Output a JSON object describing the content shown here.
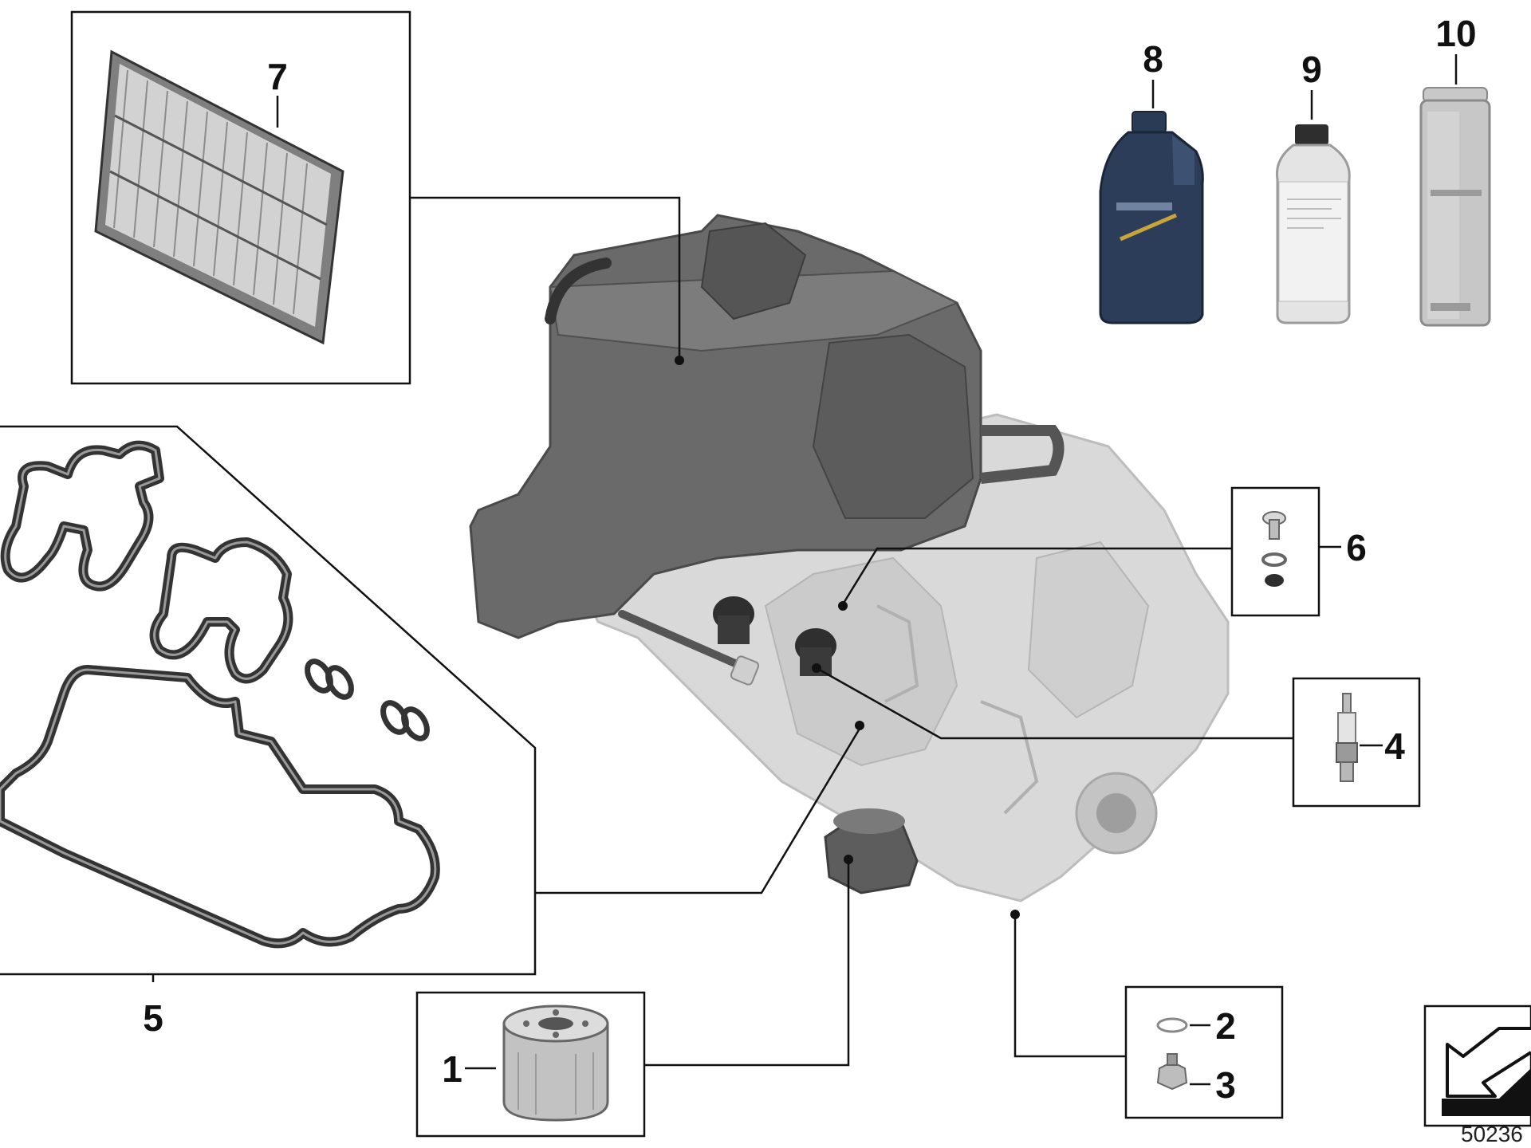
{
  "diagram": {
    "callouts": {
      "c1": "1",
      "c2": "2",
      "c3": "3",
      "c4": "4",
      "c5": "5",
      "c6": "6",
      "c7": "7",
      "c8": "8",
      "c9": "9",
      "c10": "10"
    },
    "figure_number": "50236",
    "icons": [
      "air-filter-icon",
      "gasket-set-icon",
      "engine-icon",
      "oil-bottle-icon",
      "coolant-bottle-icon",
      "spray-can-icon",
      "bolt-washer-icon",
      "spark-plug-icon",
      "oil-filter-icon",
      "drain-plug-icon",
      "corner-arrow-icon"
    ],
    "colors": {
      "ink": "#111111",
      "engine_dark": "#5a5a5a",
      "engine_light": "#d6d6d6"
    }
  }
}
